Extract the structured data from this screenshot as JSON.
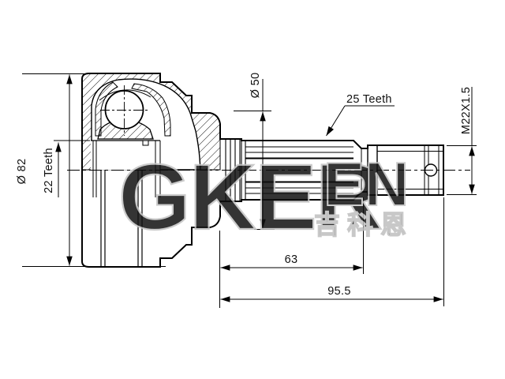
{
  "drawing": {
    "dimensions": {
      "outer_diameter": "Ø 82",
      "hub_spline_teeth": "22 Teeth",
      "boot_seat_diameter": "Ø 50",
      "shaft_spline_teeth": "25 Teeth",
      "thread_spec": "M22X1.5",
      "spline_section_length": "63",
      "overall_length": "95.5"
    },
    "watermark": {
      "brand": "GKER",
      "brand_suffix": "EN",
      "brand_cjk": "吉科恩"
    }
  }
}
